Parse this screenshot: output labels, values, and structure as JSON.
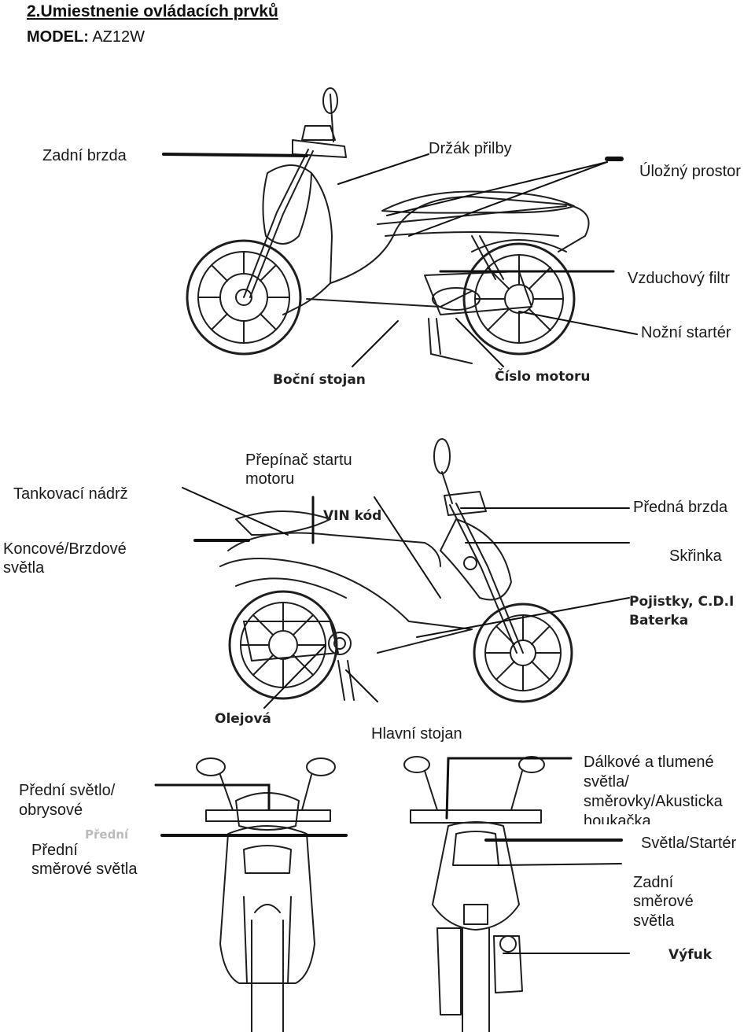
{
  "header": {
    "title": "2.Umiestnenie ovládacích prvků",
    "model_key": "MODEL:",
    "model_value": "AZ12W"
  },
  "diagram1": {
    "labels": {
      "rear_brake": "Zadní brzda",
      "helmet_holder": "Držák přilby",
      "storage": "Úložný prostor",
      "air_filter": "Vzduchový filtr",
      "kick_starter": "Nožní startér",
      "side_stand": "Boční stojan",
      "engine_number": "Číslo motoru"
    }
  },
  "diagram2": {
    "labels": {
      "fuel_tank": "Tankovací nádrž",
      "tail_lights_line1": "Koncové/Brzdové",
      "tail_lights_line2": "světla",
      "start_switch_line1": "Přepínač startu",
      "start_switch_line2": "motoru",
      "vin": "VIN kód",
      "front_brake": "Předná brzda",
      "box": "Skřinka",
      "fuses_line1": "Pojistky, C.D.I",
      "fuses_line2": "Baterka",
      "oil": "Olejová",
      "main_stand": "Hlavní stojan"
    }
  },
  "diagram3": {
    "labels": {
      "front_light_line1": "Přední světlo/",
      "front_light_line2": "obrysové",
      "front_faded": "Přední",
      "front_turn_line1": "Přední",
      "front_turn_line2": "směrové světla",
      "beam_line1": "Dálkové a tlumené",
      "beam_line2": "světla/",
      "beam_line3": "směrovky/Akusticka",
      "beam_line4": "houkačka",
      "lights_starter": "Světla/Startér",
      "rear_turn_line1": "Zadní",
      "rear_turn_line2": "směrové",
      "rear_turn_line3": "světla",
      "exhaust": "Výfuk"
    }
  }
}
